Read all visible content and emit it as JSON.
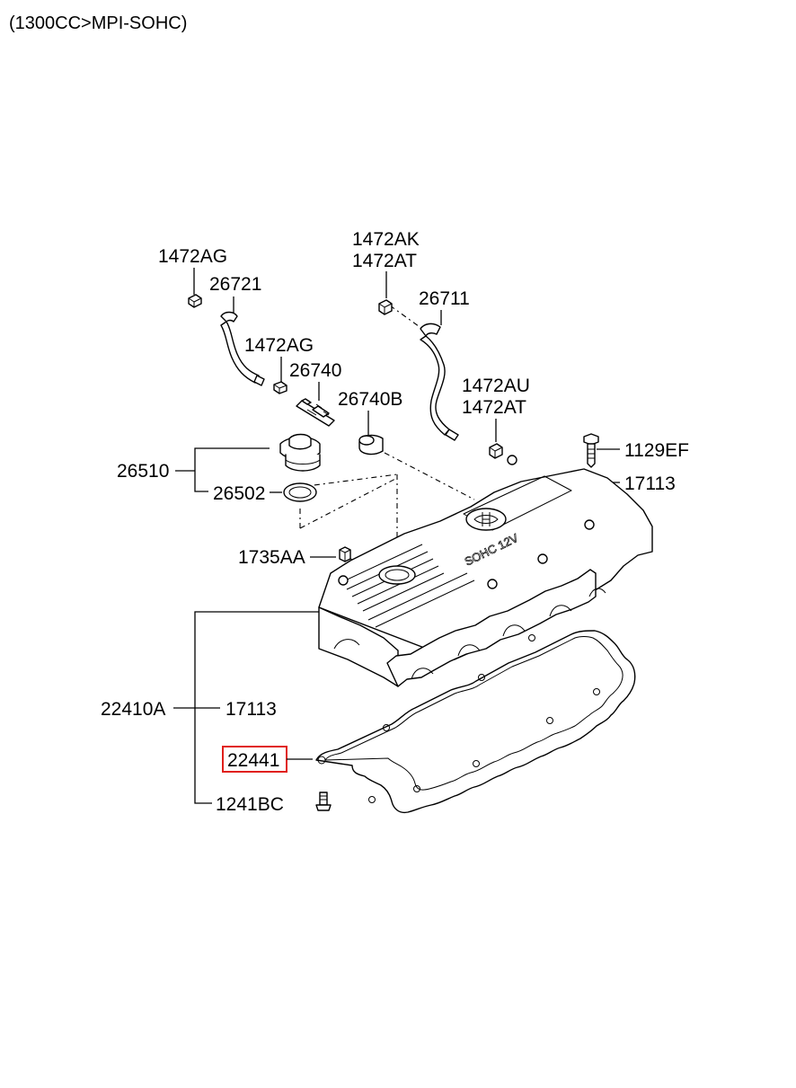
{
  "header": {
    "model": "(1300CC>MPI-SOHC)"
  },
  "labels": {
    "p1472AG_a": "1472AG",
    "p26721": "26721",
    "p1472AG_b": "1472AG",
    "p26740": "26740",
    "p1472AK": "1472AK",
    "p1472AT_a": "1472AT",
    "p26711": "26711",
    "p26740B": "26740B",
    "p1472AU": "1472AU",
    "p1472AT_b": "1472AT",
    "p1129EF": "1129EF",
    "p17113_a": "17113",
    "p26510": "26510",
    "p26502": "26502",
    "p1735AA": "1735AA",
    "p22410A": "22410A",
    "p17113_b": "17113",
    "p22441": "22441",
    "p1241BC": "1241BC"
  },
  "highlight": {
    "part": "22441",
    "color": "#e0201b"
  },
  "emboss": {
    "engine": "SOHC 12V"
  }
}
